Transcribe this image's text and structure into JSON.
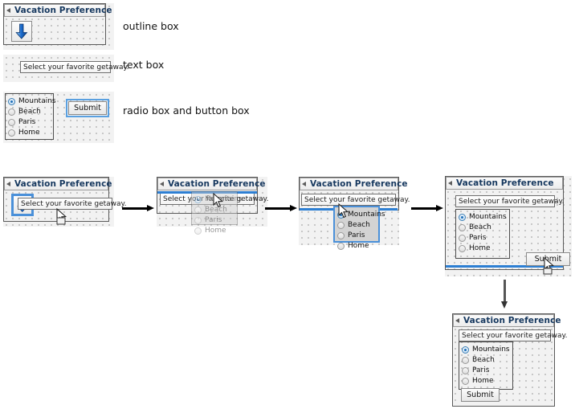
{
  "legend": {
    "panel_title": "Vacation Preference",
    "textbox_value": "Select your favorite getaway.",
    "submit_label": "Submit",
    "radio_options": [
      "Mountains",
      "Beach",
      "Paris",
      "Home"
    ],
    "selected_radio": "Mountains",
    "captions": [
      "outline box",
      "text box",
      "radio box and button box"
    ],
    "arrow_icon_name": "blue-down-arrow-icon"
  },
  "steps": [
    {
      "id": "step-1",
      "panel_title": "Vacation Preference",
      "textbox_value": "Select your favorite getaway.",
      "note": "arrow widget selected, text box dragged onto form"
    },
    {
      "id": "step-2",
      "panel_title": "Vacation Preference",
      "textbox_value": "Select your favorite getaway.",
      "ghost_options": [
        "Mountains",
        "Beach",
        "Paris",
        "Home"
      ],
      "note": "text box placed, radio box being dragged"
    },
    {
      "id": "step-3",
      "panel_title": "Vacation Preference",
      "textbox_value": "Select your favorite getaway.",
      "ghost_options": [
        "Mountains",
        "Beach",
        "Paris",
        "Home"
      ],
      "note": "radio box dropped below text box"
    },
    {
      "id": "step-4",
      "panel_title": "Vacation Preference",
      "textbox_value": "Select your favorite getaway.",
      "radio_options": [
        "Mountains",
        "Beach",
        "Paris",
        "Home"
      ],
      "selected_radio": "Mountains",
      "submit_label": "Submit",
      "note": "submit button being dragged to bottom of form"
    },
    {
      "id": "step-final",
      "panel_title": "Vacation Preference",
      "textbox_value": "Select your favorite getaway.",
      "radio_options": [
        "Mountains",
        "Beach",
        "Paris",
        "Home"
      ],
      "selected_radio": "Mountains",
      "submit_label": "Submit",
      "note": "completed form"
    }
  ],
  "colors": {
    "accent": "#2d7fd3",
    "selection": "#4a90d9",
    "title_text": "#15375e",
    "canvas": "#f2f2f2",
    "grid_dot": "#b9b9b9",
    "arrow": "#000000"
  }
}
